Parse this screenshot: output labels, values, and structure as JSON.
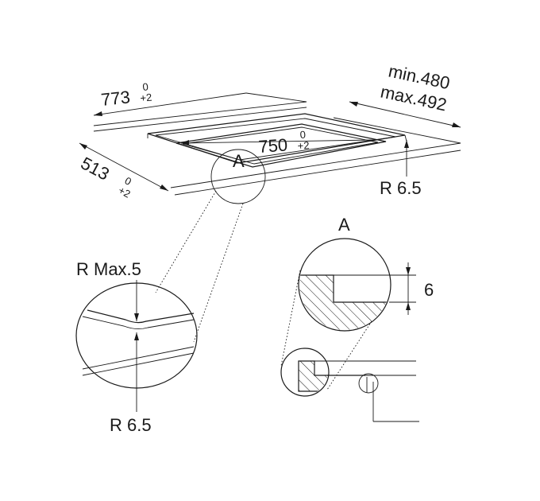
{
  "labels": {
    "width_cutout": "773",
    "width_cutout_tol_upper": "0",
    "width_cutout_tol_lower": "+2",
    "depth_cutout": "513",
    "depth_cutout_tol_upper": "0",
    "depth_cutout_tol_lower": "+2",
    "inner_width": "750",
    "inner_width_tol_upper": "0",
    "inner_width_tol_lower": "+2",
    "worktop_min": "min.480",
    "worktop_max": "max.492",
    "corner_radius_outer": "R 6.5",
    "detail_mark": "A",
    "detail_title": "A",
    "zoom_radius_max": "R Max.5",
    "zoom_radius": "R 6.5",
    "rebate_depth": "6"
  },
  "colors": {
    "line": "#1a1a1a",
    "background": "#ffffff"
  }
}
